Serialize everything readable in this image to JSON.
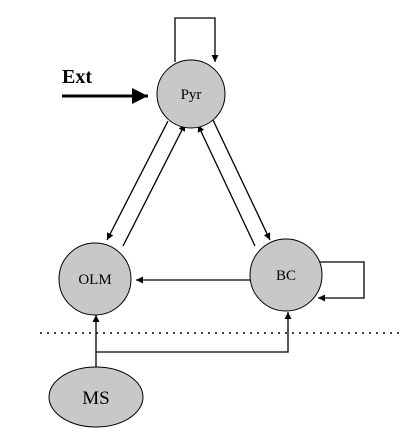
{
  "diagram": {
    "nodes": {
      "pyr": {
        "label": "Pyr"
      },
      "olm": {
        "label": "OLM"
      },
      "bc": {
        "label": "BC"
      },
      "ms": {
        "label": "MS"
      }
    },
    "external_input": {
      "label": "Ext"
    },
    "colors": {
      "node_fill": "#c8c8c8",
      "stroke": "#000000",
      "background": "#ffffff"
    }
  }
}
